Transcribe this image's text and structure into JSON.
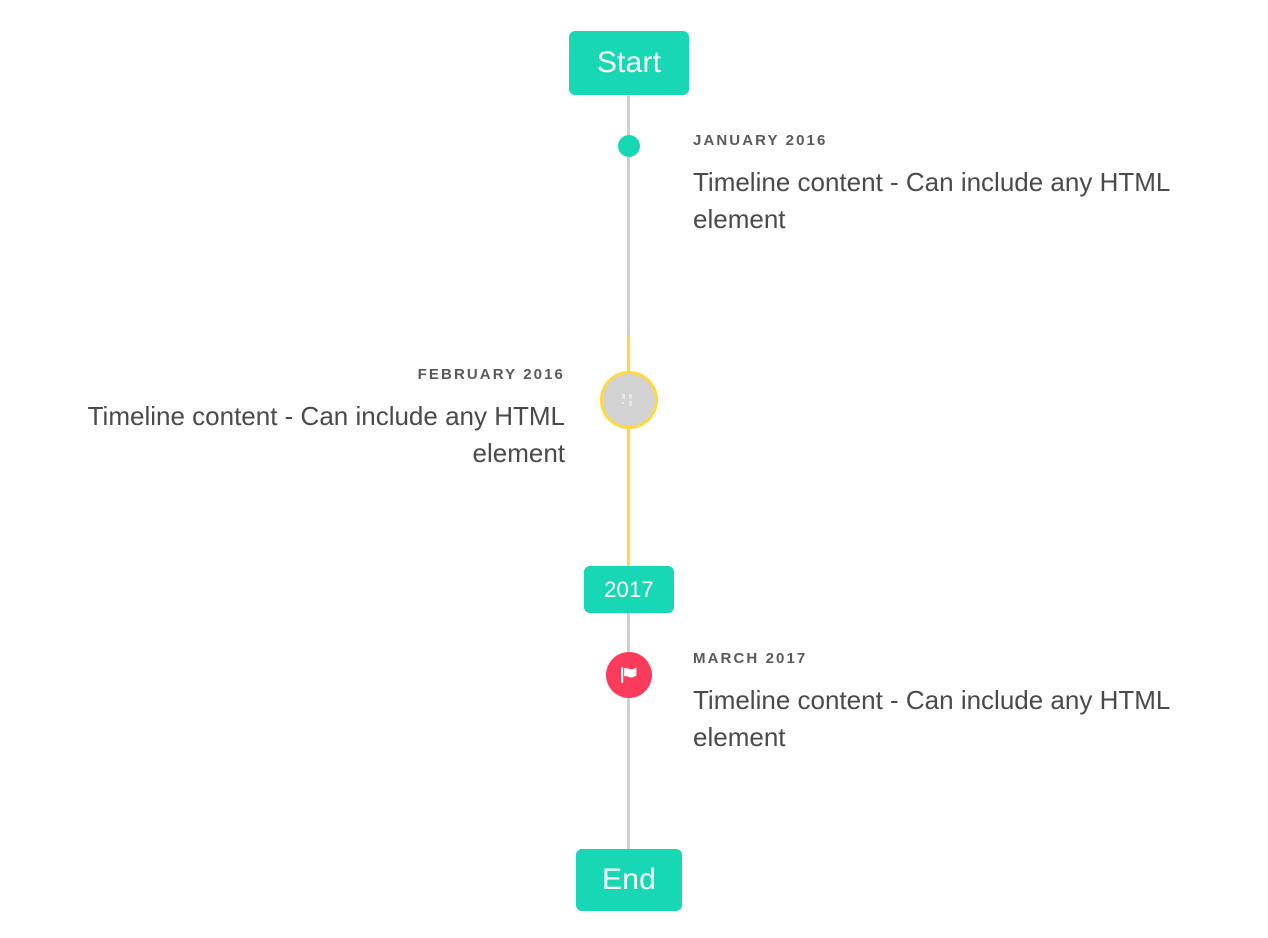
{
  "timeline": {
    "accent_teal": "#18d7b4",
    "accent_yellow": "#ffd740",
    "accent_pink": "#fb3b5c",
    "line_gray": "#cfcfcf",
    "marker_gray": "#d2d2d2",
    "text_color": "#4a4a4a",
    "date_color": "#5a5a5a",
    "background": "#ffffff",
    "start_label": "Start",
    "middle_label": "2017",
    "end_label": "End",
    "entries": [
      {
        "date": "JANUARY 2016",
        "body": "Timeline content - Can include any HTML element",
        "side": "right",
        "marker": "dot-teal"
      },
      {
        "date": "FEBRUARY 2016",
        "body": "Timeline content - Can include any HTML element",
        "side": "left",
        "marker": "circle-gray-yellow-border"
      },
      {
        "date": "MARCH 2017",
        "body": "Timeline content - Can include any HTML element",
        "side": "right",
        "marker": "flag-icon-pink"
      }
    ]
  }
}
